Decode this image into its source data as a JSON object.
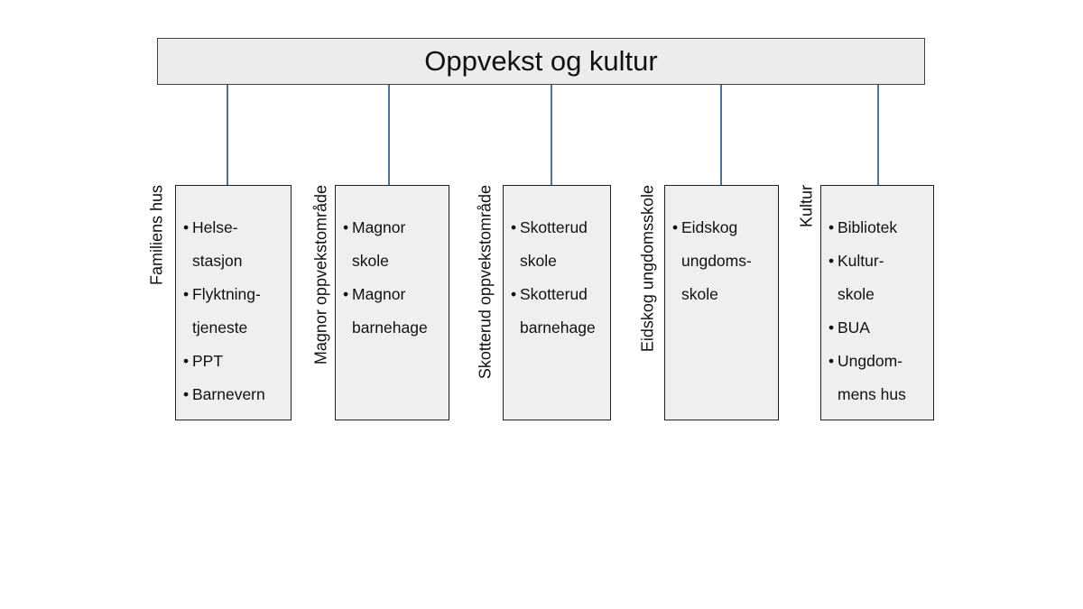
{
  "title": "Oppvekst og kultur",
  "colors": {
    "connector": "#1f4e79",
    "box_fill": "#efefef",
    "root_fill": "#ececec"
  },
  "units": [
    {
      "name": "Familiens hus",
      "items": [
        "Helse-\nstasjon",
        "Flyktning-\ntjeneste",
        "PPT",
        "Barnevern"
      ]
    },
    {
      "name": "Magnor oppvekstområde",
      "items": [
        "Magnor\nskole",
        "Magnor\nbarnehage"
      ]
    },
    {
      "name": "Skotterud oppvekstområde",
      "items": [
        "Skotterud\nskole",
        "Skotterud\nbarnehage"
      ]
    },
    {
      "name": "Eidskog ungdomsskole",
      "items": [
        "Eidskog\nungdoms-\nskole"
      ]
    },
    {
      "name": "Kultur",
      "items": [
        "Bibliotek",
        "Kultur-\nskole",
        "BUA",
        "Ungdom-\nmens hus"
      ]
    }
  ]
}
